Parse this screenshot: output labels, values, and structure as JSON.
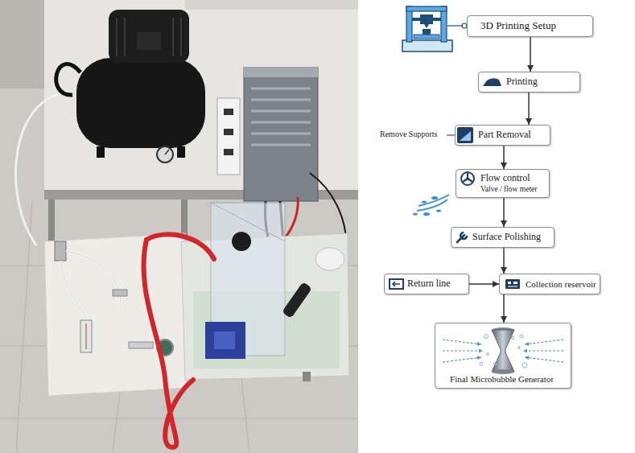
{
  "diagram": {
    "nodes": [
      {
        "text": [
          "3D Printing Setup"
        ]
      },
      {
        "text": [
          "Printing"
        ]
      },
      {
        "text": [
          "Part Removal"
        ]
      },
      {
        "text": [
          "Flow control",
          "Valve / flow meter"
        ]
      },
      {
        "text": [
          "Surface Polishing"
        ]
      },
      {
        "text": [
          "Return line"
        ]
      },
      {
        "text": [
          "Collection reservoir"
        ]
      },
      {
        "text": [
          "Final Microbubble Generator"
        ]
      }
    ],
    "edges": [
      {
        "from": 0,
        "to": 1,
        "arrow": "to"
      },
      {
        "from": 1,
        "to": 2,
        "arrow": "to"
      },
      {
        "from": 2,
        "to": 3,
        "arrow": "to"
      },
      {
        "from": 3,
        "to": 4,
        "arrow": "to"
      },
      {
        "from": 4,
        "to": 6,
        "arrow": "to"
      },
      {
        "from": 5,
        "to": 6,
        "arrow": "to"
      },
      {
        "from": 6,
        "to": 7,
        "arrow": "to"
      }
    ],
    "labels": [
      "Remove Supports"
    ]
  }
}
